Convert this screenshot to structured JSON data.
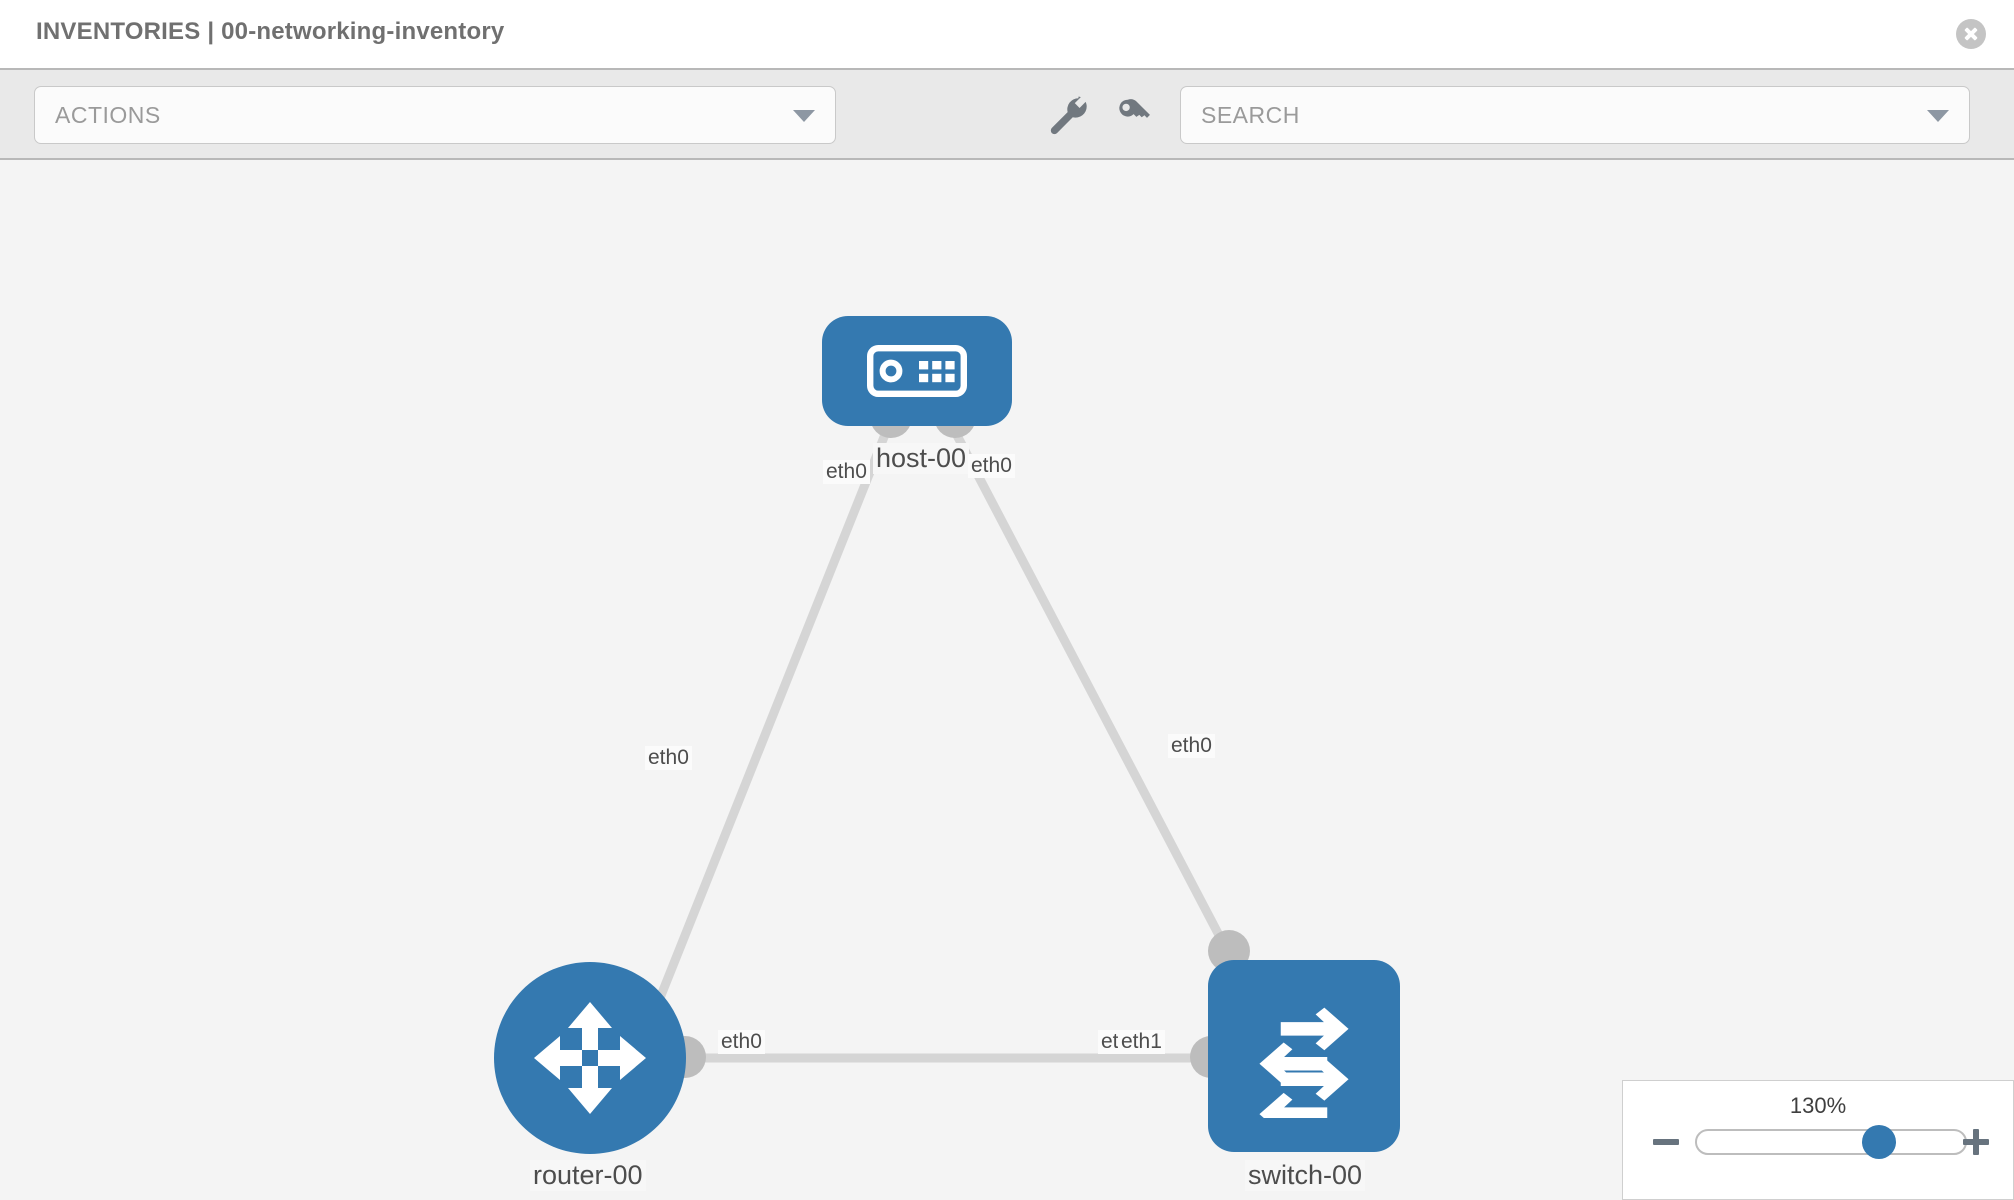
{
  "header": {
    "title": "INVENTORIES | 00-networking-inventory",
    "close_icon": "close-circle-icon"
  },
  "toolbar": {
    "actions_label": "ACTIONS",
    "actions_caret_icon": "chevron-down-icon",
    "wrench_icon": "wrench-icon",
    "key_icon": "key-icon",
    "search_placeholder": "SEARCH",
    "search_value": "",
    "search_caret_icon": "chevron-down-icon"
  },
  "topology": {
    "nodes": [
      {
        "id": "host-00",
        "label": "host-00",
        "type": "host",
        "icon": "server-icon",
        "color": "#3479b0"
      },
      {
        "id": "router-00",
        "label": "router-00",
        "type": "router",
        "icon": "router-arrows-icon",
        "color": "#3479b0"
      },
      {
        "id": "switch-00",
        "label": "switch-00",
        "type": "switch",
        "icon": "switch-arrows-icon",
        "color": "#3479b0"
      }
    ],
    "edges": [
      {
        "from": "host-00",
        "to": "router-00",
        "from_label": "eth0",
        "to_label": "eth0"
      },
      {
        "from": "host-00",
        "to": "switch-00",
        "from_label": "eth0",
        "to_label": "eth0"
      },
      {
        "from": "router-00",
        "to": "switch-00",
        "from_label": "eth0",
        "to_label": "eth1",
        "overlap_label": "eth0"
      }
    ],
    "interface_labels": {
      "host_left": "eth0",
      "host_right": "eth0",
      "router_up": "eth0",
      "switch_up": "eth0",
      "router_right": "eth0",
      "switch_left_back": "eth0",
      "switch_left_front": "eth1"
    },
    "edge_color": "#d5d5d5",
    "port_color": "#bdbdbd"
  },
  "zoom_control": {
    "value_label": "130%",
    "minus_icon": "minus-icon",
    "plus_icon": "plus-icon",
    "slider_percent": 68
  }
}
